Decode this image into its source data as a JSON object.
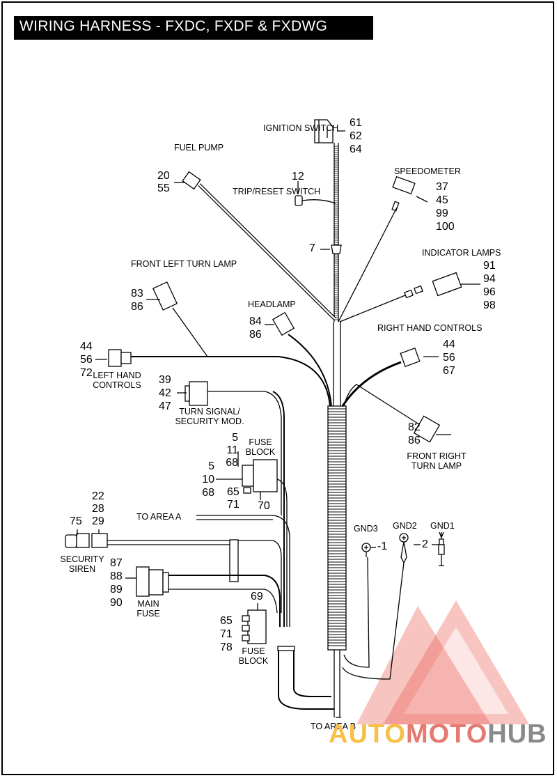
{
  "title": "WIRING HARNESS - FXDC, FXDF & FXDWG",
  "labels": {
    "ignition_switch": "IGNITION SWITCH",
    "fuel_pump": "FUEL PUMP",
    "trip_reset_switch": "TRIP/RESET SWITCH",
    "speedometer": "SPEEDOMETER",
    "indicator_lamps": "INDICATOR LAMPS",
    "front_left_turn_lamp": "FRONT LEFT TURN LAMP",
    "headlamp": "HEADLAMP",
    "right_hand_controls": "RIGHT HAND CONTROLS",
    "left_hand_controls": "LEFT HAND CONTROLS",
    "turn_signal_security_module": "TURN SIGNAL/ SECURITY MOD.",
    "front_right_turn_lamp": "FRONT RIGHT TURN LAMP",
    "fuse_block_upper": "FUSE BLOCK",
    "to_area_a": "TO AREA A",
    "security_siren": "SECURITY SIREN",
    "main_fuse": "MAIN FUSE",
    "fuse_block_lower": "FUSE BLOCK",
    "to_area_b": "TO AREA B",
    "gnd3": "GND3",
    "gnd2": "GND2",
    "gnd1": "GND1"
  },
  "callouts": {
    "ignition_switch": [
      "61",
      "62",
      "64"
    ],
    "fuel_pump": [
      "20",
      "55"
    ],
    "trip_reset_switch": [
      "12"
    ],
    "speedometer": [
      "37",
      "45",
      "99",
      "100"
    ],
    "clip": [
      "7"
    ],
    "indicator_lamps": [
      "91",
      "94",
      "96",
      "98"
    ],
    "front_left_turn_lamp": [
      "83",
      "86"
    ],
    "headlamp": [
      "84",
      "86"
    ],
    "right_hand_controls": [
      "44",
      "56",
      "67"
    ],
    "left_hand_controls": [
      "44",
      "56",
      "72"
    ],
    "turn_signal_security_module": [
      "39",
      "42",
      "47"
    ],
    "front_right_turn_lamp": [
      "82",
      "86"
    ],
    "fuse_block_upper_top": [
      "5",
      "11",
      "68"
    ],
    "fuse_block_upper_side": [
      "5",
      "10",
      "68"
    ],
    "fuse_block_upper_bottom": [
      "65",
      "71"
    ],
    "fuse_block_upper_relay": [
      "70"
    ],
    "security_siren_top": [
      "22",
      "28",
      "29"
    ],
    "security_siren_side": [
      "75"
    ],
    "main_fuse": [
      "87",
      "88",
      "89",
      "90"
    ],
    "fuse_block_lower_top": [
      "69"
    ],
    "fuse_block_lower_side": [
      "65",
      "71",
      "78"
    ],
    "gnd3": [
      "1"
    ],
    "gnd2": [
      "2"
    ]
  },
  "watermark": {
    "part1": "AUTO",
    "part2": "MOTO",
    "part3": "HUB",
    "color_auto": "#f6c04a",
    "color_moto": "#e57a70",
    "color_hub": "#8a8a8a",
    "triangle_color": "#e8554a"
  }
}
